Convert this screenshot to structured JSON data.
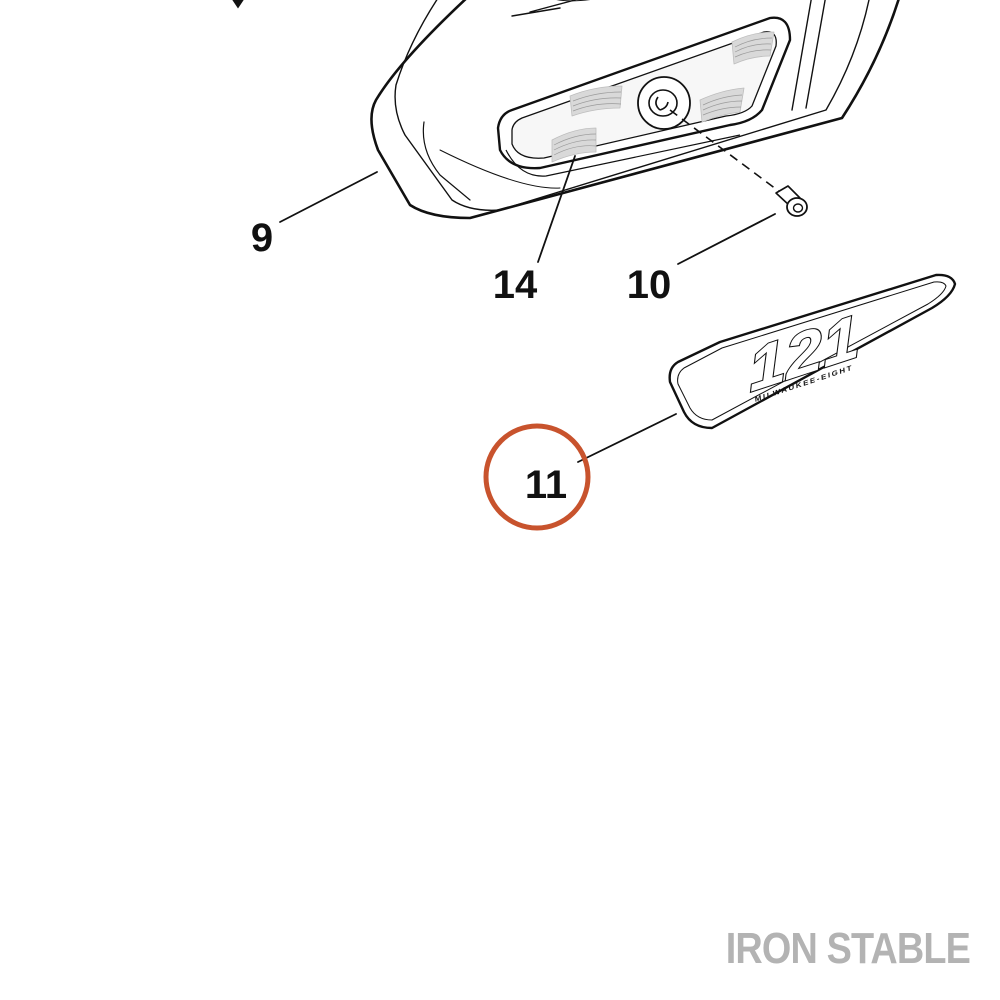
{
  "diagram": {
    "callouts": [
      {
        "id": "9",
        "label": "9"
      },
      {
        "id": "14",
        "label": "14"
      },
      {
        "id": "10",
        "label": "10"
      },
      {
        "id": "11",
        "label": "11",
        "highlighted": true
      }
    ],
    "emblem": {
      "number": "121",
      "subtext": "MILWAUKEE-EIGHT"
    },
    "highlight_color": "#C8532D"
  },
  "watermark": "IRON STABLE"
}
